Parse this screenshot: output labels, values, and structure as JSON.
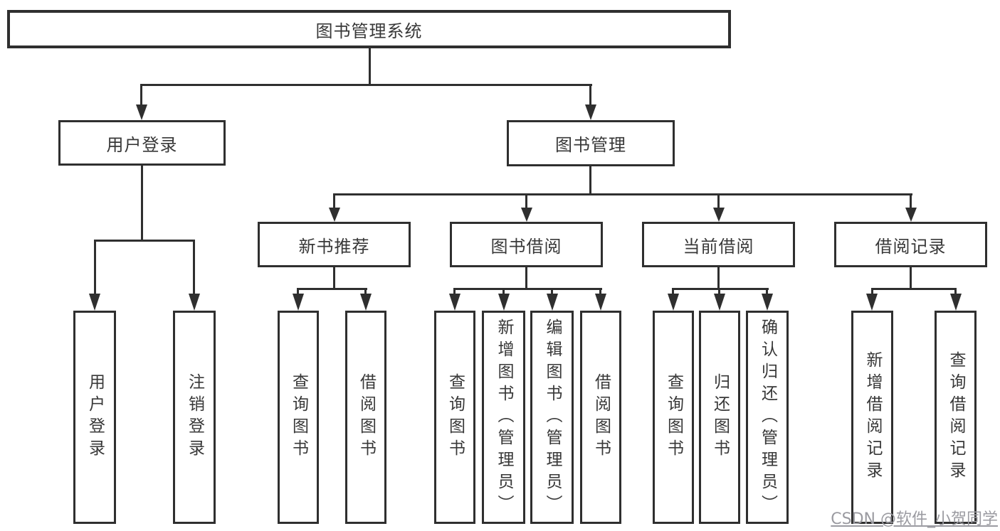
{
  "colors": {
    "line": "#2f2f2f",
    "text": "#383838",
    "background": "#ffffff",
    "watermark": "#9b9ba1"
  },
  "nodes": {
    "root": "图书管理系统",
    "user_login": "用户登录",
    "book_mgmt": "图书管理",
    "user_children": [
      "用户登录",
      "注销登录"
    ],
    "l3": [
      "新书推荐",
      "图书借阅",
      "当前借阅",
      "借阅记录"
    ],
    "recommend_children": [
      "查询图书",
      "借阅图书"
    ],
    "borrow_children": [
      "查询图书",
      "新增图书（管理员）",
      "编辑图书（管理员）",
      "借阅图书"
    ],
    "current_children": [
      "查询图书",
      "归还图书",
      "确认归还（管理员）"
    ],
    "record_children": [
      "新增借阅记录",
      "查询借阅记录"
    ]
  },
  "watermark": "CSDN @软件_小贺同学"
}
